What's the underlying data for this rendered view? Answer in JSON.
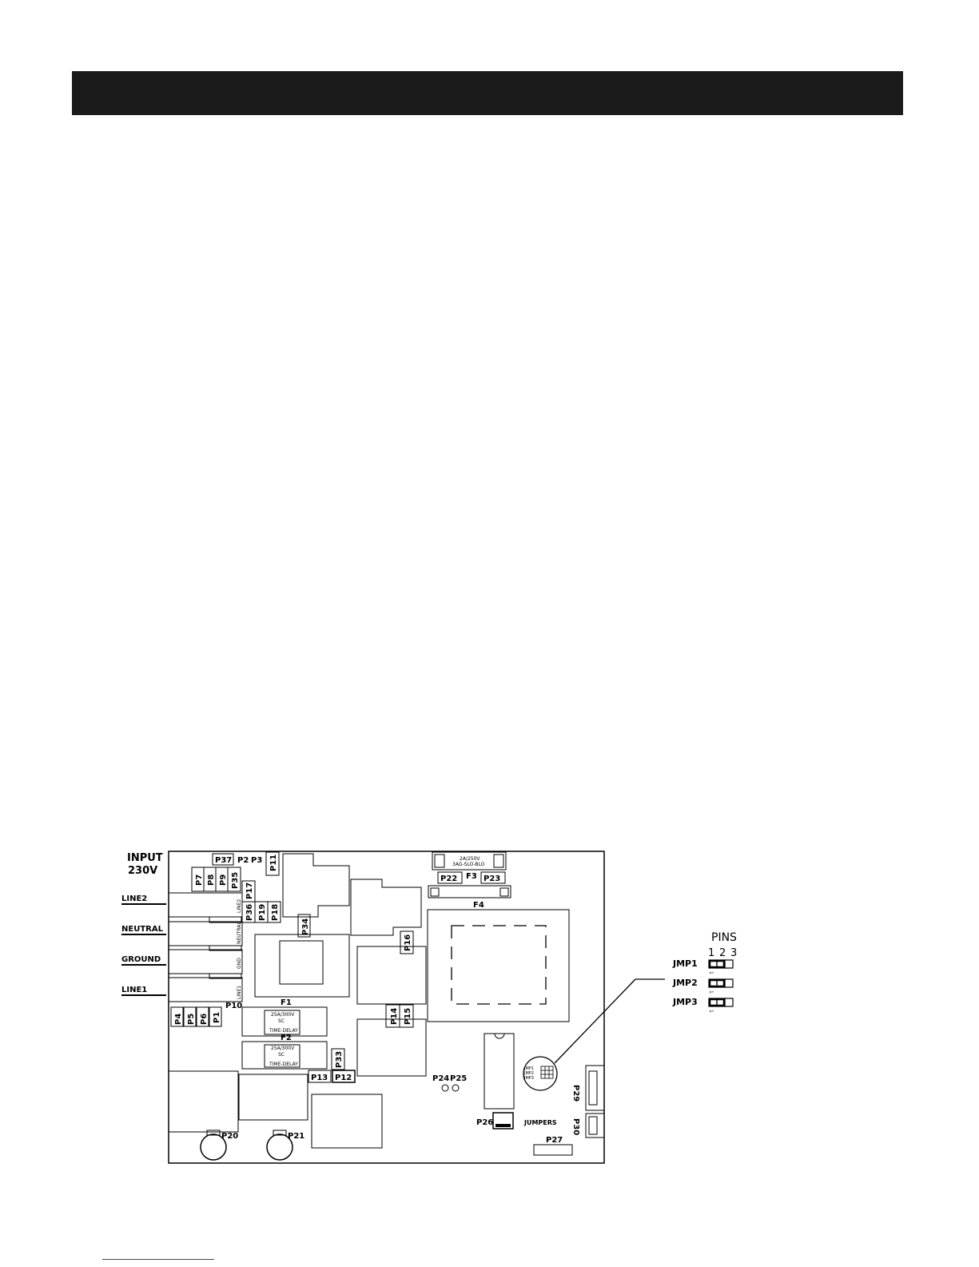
{
  "input": {
    "line1": "INPUT",
    "line2": "230V"
  },
  "terminals": [
    "LINE2",
    "NEUTRAL",
    "GROUND",
    "LINE1"
  ],
  "terminal_block_labels": [
    "LINE2",
    "NEUTRAL",
    "GND",
    "LINE1"
  ],
  "connectors": {
    "P1": "P1",
    "P2": "P2",
    "P3": "P3",
    "P4": "P4",
    "P5": "P5",
    "P6": "P6",
    "P7": "P7",
    "P8": "P8",
    "P9": "P9",
    "P10": "P10",
    "P11": "P11",
    "P12": "P12",
    "P13": "P13",
    "P14": "P14",
    "P15": "P15",
    "P16": "P16",
    "P17": "P17",
    "P18": "P18",
    "P19": "P19",
    "P20": "P20",
    "P21": "P21",
    "P22": "P22",
    "P23": "P23",
    "P24": "P24",
    "P25": "P25",
    "P26": "P26",
    "P27": "P27",
    "P29": "P29",
    "P30": "P30",
    "P33": "P33",
    "P34": "P34",
    "P35": "P35",
    "P36": "P36",
    "P37": "P37"
  },
  "fuses": {
    "F1": {
      "name": "F1",
      "rating": "25A/300V",
      "type": "SC",
      "delay": "TIME-DELAY"
    },
    "F2": {
      "name": "F2",
      "rating": "25A/300V",
      "type": "SC",
      "delay": "TIME-DELAY"
    },
    "F3": {
      "name": "F3",
      "rating": "2A/250V",
      "type": "3AG-SLO-BLO"
    },
    "F4": {
      "name": "F4"
    }
  },
  "jumpers": {
    "label": "JUMPERS",
    "pins_title": "PINS",
    "pin_numbers": [
      "1",
      "2",
      "3"
    ],
    "rows": [
      "JMP1",
      "JMP2",
      "JMP3"
    ],
    "pin_one_mark": "1"
  }
}
